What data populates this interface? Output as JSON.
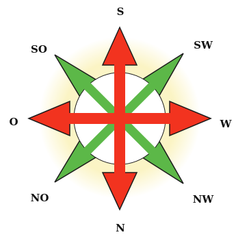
{
  "compass": {
    "labels": {
      "top": "S",
      "top_right": "SW",
      "right": "W",
      "bottom_right": "NW",
      "bottom": "N",
      "bottom_left": "NO",
      "left": "O",
      "top_left": "SO"
    },
    "colors": {
      "cardinal_points": "#f2331f",
      "diagonal_points": "#5cb848",
      "background_halo": "#fbf4c4",
      "center_disc": "#ffffff",
      "outline": "#1c1c1c"
    }
  }
}
